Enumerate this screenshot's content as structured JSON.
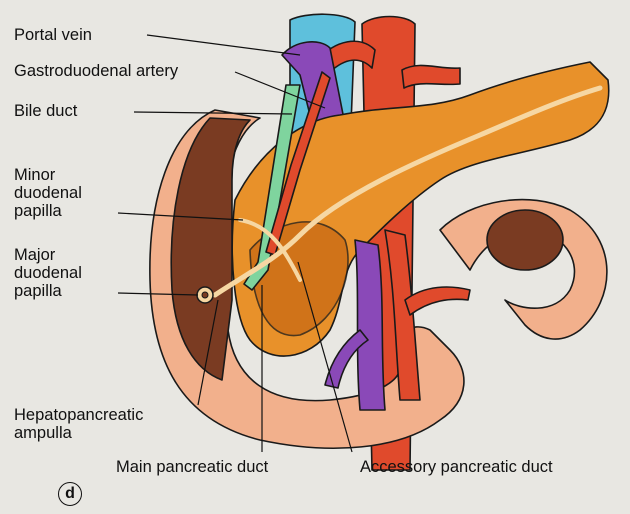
{
  "figure": {
    "panel_letter": "d",
    "labels": {
      "portal_vein": "Portal vein",
      "gastroduodenal_artery": "Gastroduodenal artery",
      "bile_duct": "Bile duct",
      "minor_papilla": "Minor\nduodenal\npapilla",
      "major_papilla": "Major\nduodenal\npapilla",
      "ampulla": "Hepatopancreatic\nampulla",
      "main_duct": "Main pancreatic duct",
      "accessory_duct": "Accessory pancreatic duct"
    },
    "colors": {
      "background": "#e8e7e2",
      "pancreas": "#e8912a",
      "pancreas_dark": "#c86a14",
      "duodenum": "#f2b08c",
      "mucosa": "#7a3b22",
      "artery": "#e04a2c",
      "vein": "#8a49b8",
      "aorta": "#e04a2c",
      "vena_cava": "#5ec0dc",
      "bile_duct": "#7fd49e"
    }
  }
}
